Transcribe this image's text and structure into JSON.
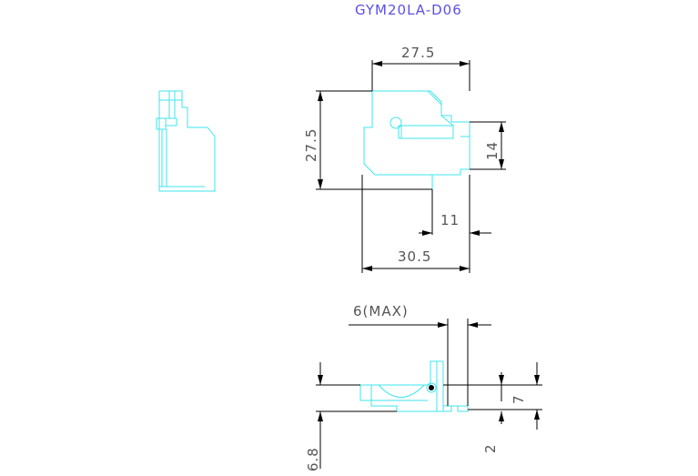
{
  "title": "GYM20LA-D06",
  "colors": {
    "outline": "#3fe6ec",
    "dimension": "#000000",
    "label": "#555555",
    "title": "#5a50e6"
  },
  "dimensions": {
    "top_width": "27.5",
    "left_height": "27.5",
    "tab_height": "14",
    "foot_width": "11",
    "bottom_width": "30.5",
    "max_thickness": "6(MAX)",
    "side_height": "7",
    "base_offset": "2",
    "overall_height": "6.8"
  }
}
